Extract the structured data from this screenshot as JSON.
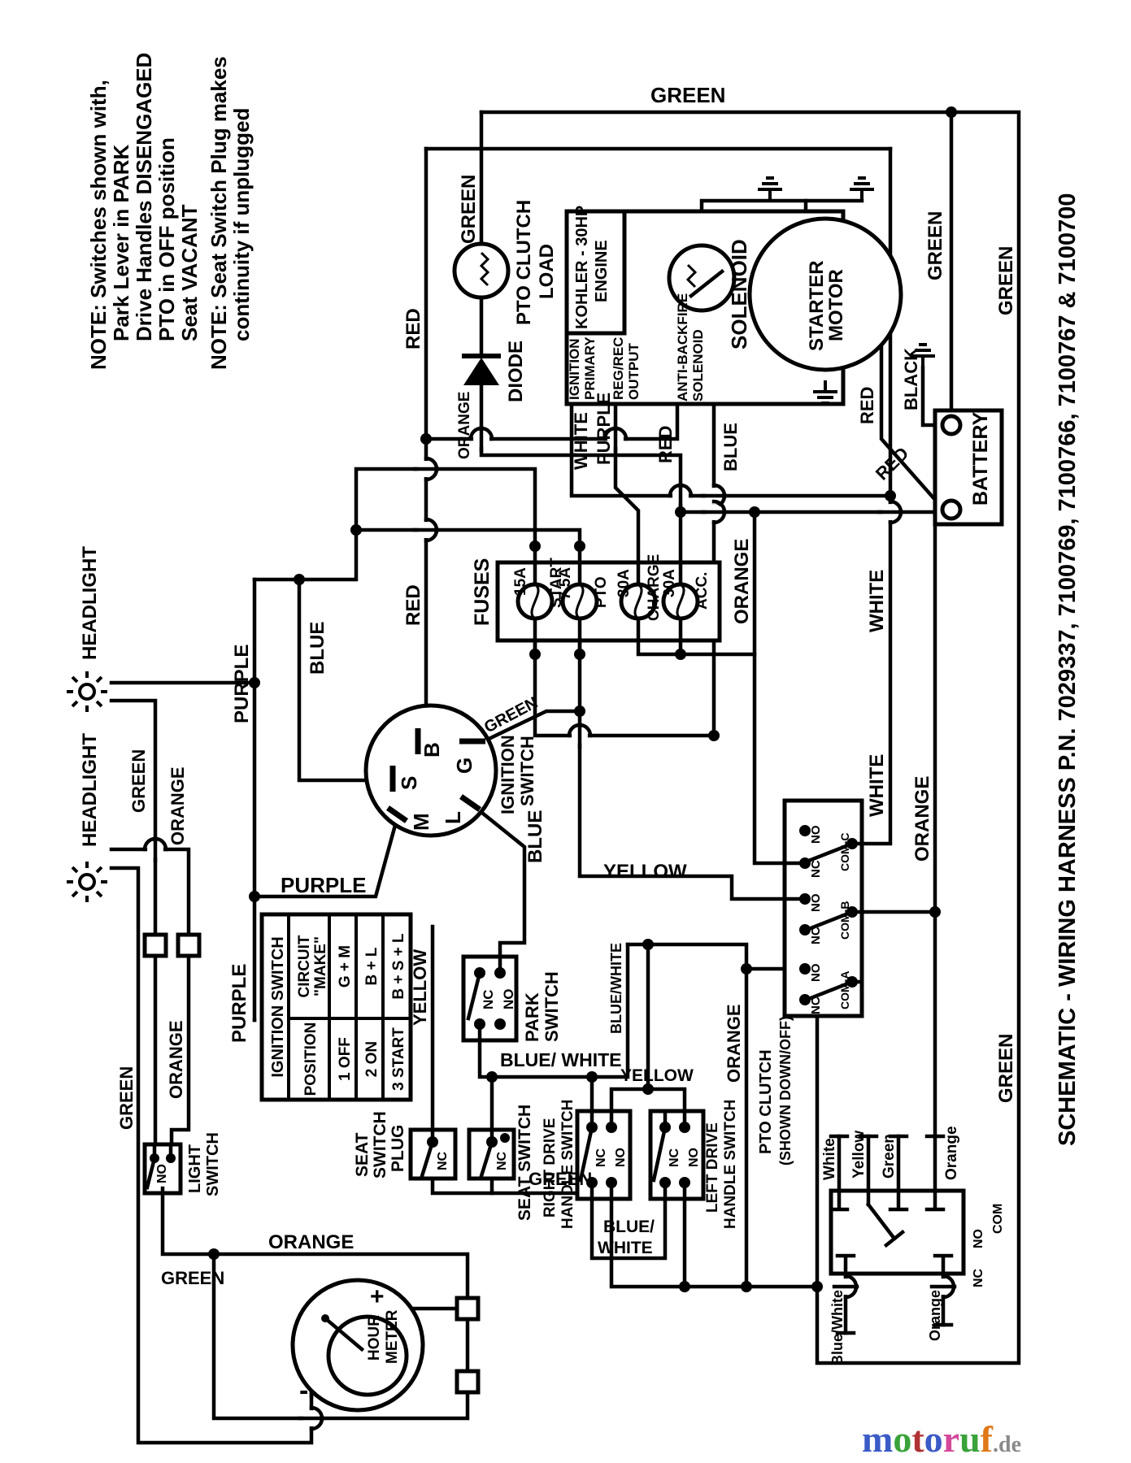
{
  "title": "SCHEMATIC - WIRING HARNESS P.N. 7029337, 7100769, 7100766, 7100767 & 7100700",
  "notes": {
    "l1": "NOTE: Switches shown with,",
    "l2": "Park Lever in PARK",
    "l3": "Drive Handles DISENGAGED",
    "l4": "PTO in OFF position",
    "l5": "Seat VACANT",
    "l6": "NOTE: Seat Switch Plug makes",
    "l7": "continuity if unplugged"
  },
  "wire_labels": {
    "green": "GREEN",
    "red": "RED",
    "orange": "ORANGE",
    "purple": "PURPLE",
    "blue": "BLUE",
    "white": "WHITE",
    "black": "BLACK",
    "yellow": "YELLOW",
    "blue_white": "BLUE/WHITE",
    "blue_white_sp": "BLUE/ WHITE",
    "blue_slash": "BLUE/",
    "white_word": "WHITE"
  },
  "components": {
    "headlight": "HEADLIGHT",
    "pto_load": {
      "l1": "PTO CLUTCH",
      "l2": "LOAD"
    },
    "diode": "DIODE",
    "engine": {
      "name1": "KOHLER - 30HP",
      "name2": "ENGINE",
      "t1a": "IGNITION",
      "t1b": "PRIMARY",
      "t2a": "REG/REC",
      "t2b": "OUTPUT",
      "t3a": "ANTI-BACKFIRE",
      "t3b": "SOLENOID"
    },
    "solenoid": "SOLENOID",
    "starter": {
      "l1": "STARTER",
      "l2": "MOTOR"
    },
    "battery": "BATTERY",
    "fuses": {
      "title": "FUSES",
      "f1a": "15A",
      "f1n": "START",
      "f2a": "7.5A",
      "f2n": "PTO",
      "f3a": "30A",
      "f3n": "CHARGE",
      "f4a": "30A",
      "f4n": "ACC."
    },
    "ignition": {
      "l1": "IGNITION",
      "l2": "SWITCH",
      "b": "B",
      "g": "G",
      "s": "S",
      "m": "M",
      "l": "L"
    },
    "table": {
      "title": "IGNITION SWITCH",
      "position": "POSITION",
      "circuit1": "CIRCUIT",
      "circuit2": "\"MAKE\"",
      "r1p": "1 OFF",
      "r1m": "G + M",
      "r2p": "2 ON",
      "r2m": "B + L",
      "r3p": "3 START",
      "r3m": "B + S + L"
    },
    "park": {
      "l1": "PARK",
      "l2": "SWITCH",
      "nc": "NC",
      "no": "NO"
    },
    "seat_plug": {
      "l1": "SEAT",
      "l2": "SWITCH",
      "l3": "PLUG",
      "nc": "NC"
    },
    "seat": {
      "l1": "SEAT SWITCH",
      "nc": "NC"
    },
    "right_drive": {
      "l1": "RIGHT DRIVE",
      "l2": "HANDLE SWITCH",
      "nc": "NC",
      "no": "NO"
    },
    "left_drive": {
      "l1": "LEFT DRIVE",
      "l2": "HANDLE SWITCH",
      "nc": "NC",
      "no": "NO"
    },
    "pto_switch": {
      "l1": "PTO CLUTCH",
      "l2": "(SHOWN DOWN/OFF)",
      "coma": "COM-A",
      "comb": "COM-B",
      "comc": "COM-C",
      "nc": "NC",
      "no": "NO"
    },
    "pto_conn": {
      "white": "White",
      "yellow": "Yellow",
      "green": "Green",
      "orange": "Orange",
      "blue_white": "Blue/White",
      "nc": "NC",
      "no": "NO",
      "com": "COM"
    },
    "hour_meter": {
      "l1": "HOUR",
      "l2": "METER",
      "plus": "+",
      "minus": "-"
    },
    "light": {
      "l1": "LIGHT",
      "l2": "SWITCH",
      "no": "NO"
    }
  },
  "watermark": {
    "letters": [
      "m",
      "o",
      "t",
      "o",
      "r",
      "u",
      "f"
    ],
    "colors": [
      "#3b5bc7",
      "#3aa23a",
      "#b03232",
      "#3b5bc7",
      "#d4489a",
      "#3aa23a",
      "#e07818"
    ],
    "suffix": ".de",
    "suffix_color": "#8a8a8a"
  }
}
